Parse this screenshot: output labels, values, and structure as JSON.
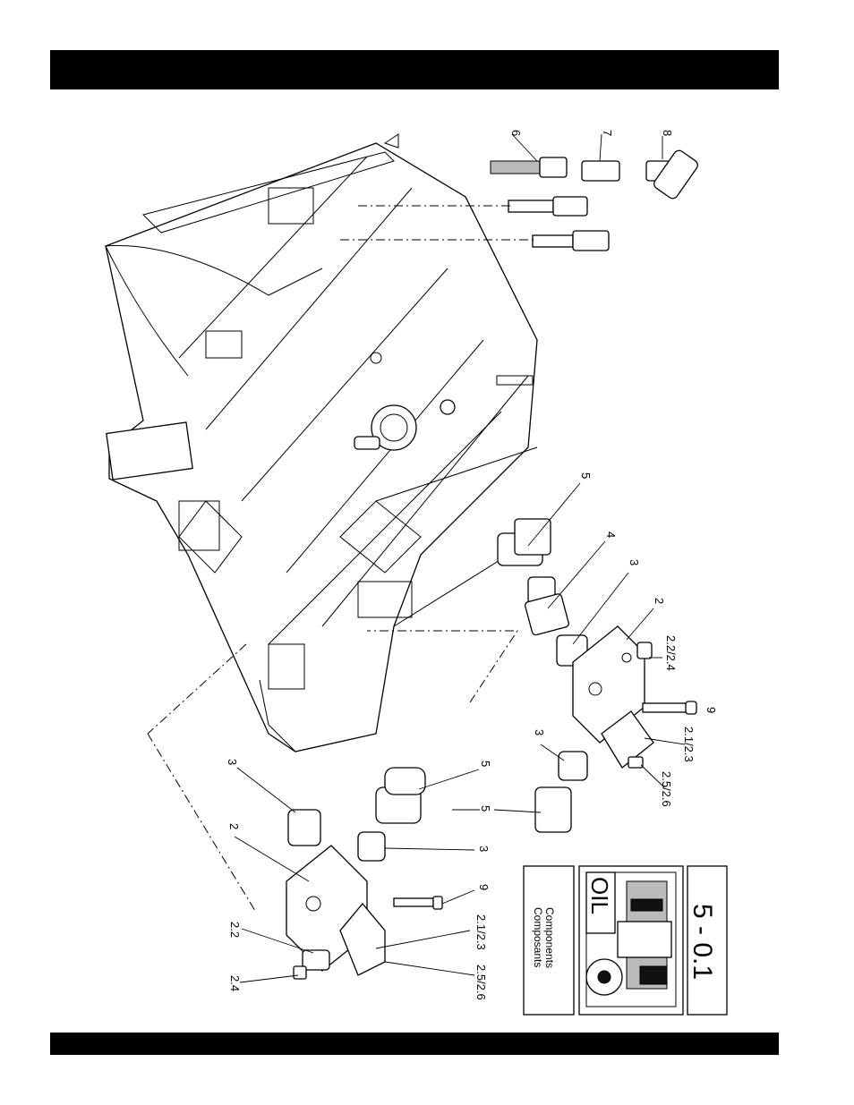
{
  "header_bar": "",
  "footer_bar": "",
  "callouts": {
    "c6": "6",
    "c7": "7",
    "c8": "8",
    "c5_top": "5",
    "c4": "4",
    "c3_top": "3",
    "c2_top": "2",
    "c22_24": "2.2/2.4",
    "c9_top": "9",
    "c21_23_top": "2.1/2.3",
    "c25_26_top": "2.5/2.6",
    "c3_mid": "3",
    "c5_mid": "5",
    "c5_low": "5",
    "c3_left": "3",
    "c2_left": "2",
    "c3_low": "3",
    "c9_low": "9",
    "c22": "2.2",
    "c24": "2.4",
    "c21_23_low": "2.1/2.3",
    "c25_26_low": "2.5/2.6"
  },
  "badge": {
    "section_number": "5 - 0.1",
    "oil_label": "OIL",
    "title_en": "Components",
    "title_fr": "Composants"
  }
}
